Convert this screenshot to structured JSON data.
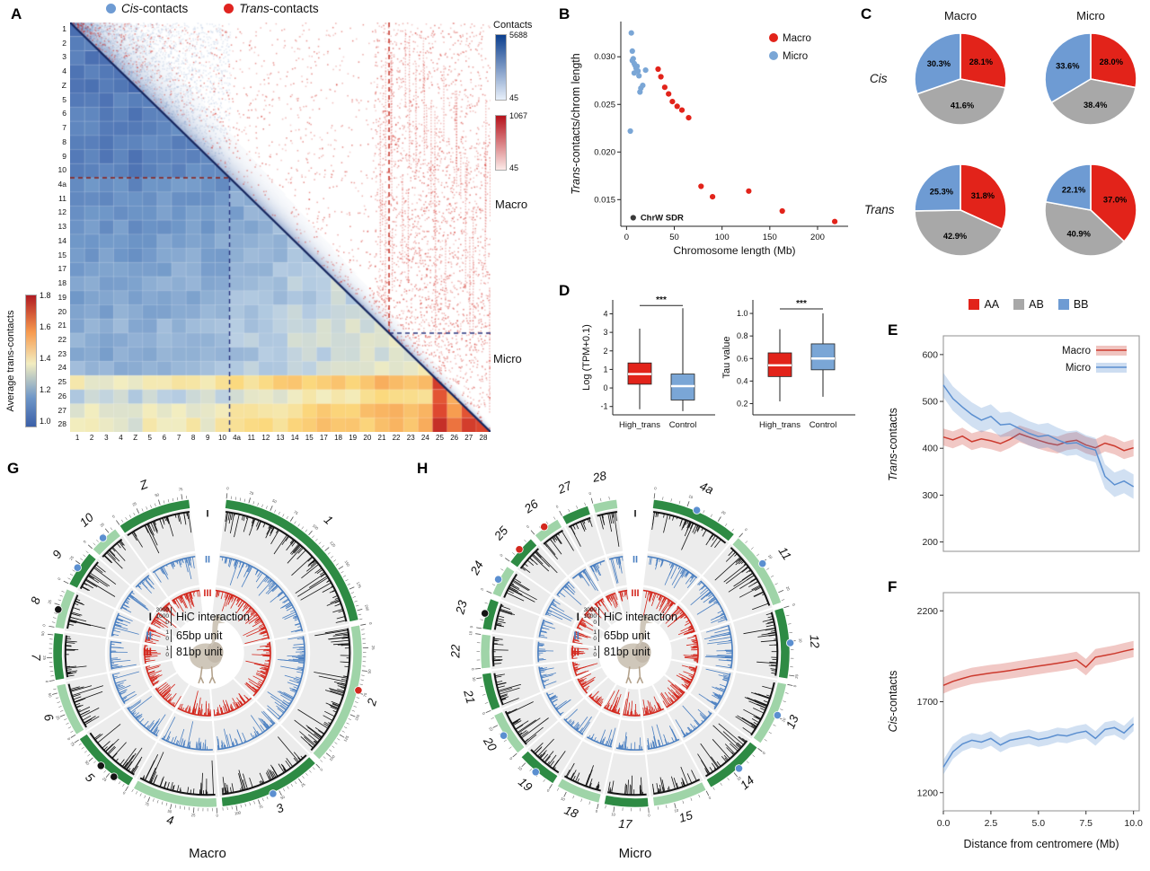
{
  "colors": {
    "macro_red": "#e2231a",
    "micro_blue": "#7aa6d6",
    "cis_dot": "#6e9bd3",
    "trans_dot": "#e02420"
  },
  "top_legend": {
    "cis_italic": "Cis",
    "cis_rest": "-contacts",
    "trans_italic": "Trans",
    "trans_rest": "-contacts"
  },
  "panel_a": {
    "letter": "A",
    "chromosomes": [
      "1",
      "2",
      "3",
      "4",
      "Z",
      "5",
      "6",
      "7",
      "8",
      "9",
      "10",
      "4a",
      "11",
      "12",
      "13",
      "14",
      "15",
      "17",
      "18",
      "19",
      "20",
      "21",
      "22",
      "23",
      "24",
      "25",
      "26",
      "27",
      "28"
    ],
    "macro_label": "Macro",
    "micro_label": "Micro",
    "contacts_bar": {
      "title": "Contacts",
      "blue_max": "5688",
      "blue_min": "45",
      "red_max": "1067",
      "red_min": "45"
    },
    "left_bar": {
      "title": "Average trans-contacts",
      "ticks": [
        "1.8",
        "1.6",
        "1.4",
        "1.2",
        "1.0"
      ]
    }
  },
  "panel_b": {
    "letter": "B",
    "xlabel": "Chromosome length (Mb)",
    "ylabel_italic": "Trans",
    "ylabel_rest": "-contacts/chrom length",
    "annotation": "ChrW SDR",
    "legend": [
      {
        "name": "Macro",
        "color": "#e2231a"
      },
      {
        "name": "Micro",
        "color": "#7aa6d6"
      }
    ],
    "xlim": [
      -6,
      232
    ],
    "ylim": [
      0.0122,
      0.0337
    ],
    "xticks": [
      {
        "v": 0,
        "l": "0"
      },
      {
        "v": 50,
        "l": "50"
      },
      {
        "v": 100,
        "l": "100"
      },
      {
        "v": 150,
        "l": "150"
      },
      {
        "v": 200,
        "l": "200"
      }
    ],
    "yticks": [
      {
        "v": 0.015,
        "l": "0.015"
      },
      {
        "v": 0.02,
        "l": "0.020"
      },
      {
        "v": 0.025,
        "l": "0.025"
      },
      {
        "v": 0.03,
        "l": "0.030"
      }
    ]
  },
  "panel_c": {
    "letter": "C",
    "col_labels": [
      "Macro",
      "Micro"
    ],
    "row_labels": [
      "Cis",
      "Trans"
    ],
    "legend": [
      {
        "name": "AA",
        "color": "#e2231a"
      },
      {
        "name": "AB",
        "color": "#a8a8a8"
      },
      {
        "name": "BB",
        "color": "#6e9bd3"
      }
    ]
  },
  "panel_d": {
    "letter": "D",
    "plots": [
      {
        "ylabel": "Log (TPM+0.1)",
        "significance": "***",
        "ylim": [
          -1.45,
          4.75
        ],
        "sig_line": 4.45,
        "yticks": [
          {
            "v": -1,
            "l": "-1"
          },
          {
            "v": 0,
            "l": "0"
          },
          {
            "v": 1,
            "l": "1"
          },
          {
            "v": 2,
            "l": "2"
          },
          {
            "v": 3,
            "l": "3"
          },
          {
            "v": 4,
            "l": "4"
          }
        ],
        "boxes": [
          {
            "name": "High_trans",
            "color": "#e2231a",
            "low": -1.15,
            "q1": 0.2,
            "median": 0.75,
            "q3": 1.35,
            "high": 3.2
          },
          {
            "name": "Control",
            "color": "#7aa6d6",
            "low": -1.25,
            "q1": -0.65,
            "median": 0.1,
            "q3": 0.75,
            "high": 4.3
          }
        ]
      },
      {
        "ylabel": "Tau value",
        "significance": "***",
        "ylim": [
          0.1,
          1.12
        ],
        "sig_line": 1.04,
        "yticks": [
          {
            "v": 0.2,
            "l": "0.2"
          },
          {
            "v": 0.4,
            "l": "0.4"
          },
          {
            "v": 0.6,
            "l": "0.6"
          },
          {
            "v": 0.8,
            "l": "0.8"
          },
          {
            "v": 1.0,
            "l": "1.0"
          }
        ],
        "boxes": [
          {
            "name": "High_trans",
            "color": "#e2231a",
            "low": 0.22,
            "q1": 0.44,
            "median": 0.54,
            "q3": 0.65,
            "high": 0.86
          },
          {
            "name": "Control",
            "color": "#7aa6d6",
            "low": 0.26,
            "q1": 0.5,
            "median": 0.6,
            "q3": 0.73,
            "high": 1.0
          }
        ]
      }
    ]
  },
  "panel_e": {
    "letter": "E",
    "ylabel_italic": "Trans",
    "ylabel_rest": "-contacts",
    "legend": [
      {
        "name": "Macro",
        "color": "#cc3a2e"
      },
      {
        "name": "Micro",
        "color": "#5b8fd0"
      }
    ],
    "yticks": [
      {
        "v": 200,
        "l": "200"
      },
      {
        "v": 300,
        "l": "300"
      },
      {
        "v": 400,
        "l": "400"
      },
      {
        "v": 500,
        "l": "500"
      },
      {
        "v": 600,
        "l": "600"
      }
    ]
  },
  "panel_f": {
    "letter": "F",
    "ylabel_italic": "Cis",
    "ylabel_rest": "-contacts",
    "xlabel": "Distance from centromere (Mb)",
    "yticks": [
      {
        "v": 1200,
        "l": "1200"
      },
      {
        "v": 1700,
        "l": "1700"
      },
      {
        "v": 2200,
        "l": "2200"
      }
    ],
    "xticks": [
      {
        "v": 0,
        "l": "0.0"
      },
      {
        "v": 2.5,
        "l": "2.5"
      },
      {
        "v": 5,
        "l": "5.0"
      },
      {
        "v": 7.5,
        "l": "7.5"
      },
      {
        "v": 10,
        "l": "10.0"
      }
    ]
  },
  "panel_g": {
    "letter": "G",
    "title": "Macro",
    "tick_minor": 5,
    "tick_major": 25,
    "green_dark": "#2e8b44",
    "green_light": "#9fd4a8",
    "ring_labels": [
      "I",
      "II",
      "III"
    ],
    "ring_colors": [
      "#141414",
      "#4a7fc1",
      "#d3281e"
    ],
    "legend": [
      {
        "id": "I",
        "color": "#141414",
        "ticks": [
          "3000",
          "1000",
          "0"
        ],
        "label": "HiC interaction"
      },
      {
        "id": "II",
        "color": "#4a7fc1",
        "ticks": [
          "1",
          "0"
        ],
        "label": "65bp unit"
      },
      {
        "id": "III",
        "color": "#d3281e",
        "ticks": [
          "1",
          "0"
        ],
        "label": "81bp unit"
      }
    ]
  },
  "panel_h": {
    "letter": "H",
    "title": "Micro",
    "tick_minor": 2.5,
    "tick_major": 10,
    "green_dark": "#2e8b44",
    "green_light": "#9fd4a8",
    "ring_labels": [
      "I",
      "II",
      "III"
    ],
    "ring_colors": [
      "#141414",
      "#4a7fc1",
      "#d3281e"
    ],
    "legend": [
      {
        "id": "I",
        "color": "#141414",
        "ticks": [
          "3000",
          "1000",
          "0"
        ],
        "label": "HiC interaction"
      },
      {
        "id": "II",
        "color": "#4a7fc1",
        "ticks": [
          "1",
          "0"
        ],
        "label": "65bp unit"
      },
      {
        "id": "III",
        "color": "#d3281e",
        "ticks": [
          "1",
          "0"
        ],
        "label": "81bp unit"
      }
    ]
  },
  "chart_data": [
    {
      "panel": "A",
      "type": "heatmap",
      "description": "Lower triangle: average trans-contacts per chromosome pair (blue low ~1.0 to red high ~1.8); upper triangle: Hi-C map, blue cis near diagonal, sparse red trans dots; dashed boundaries after chr10 (macro/micro) and before chr22",
      "macro_count": 11,
      "highlight_boundary": 22,
      "row_trans_intensity": [
        0.1,
        0.11,
        0.1,
        0.12,
        0.06,
        0.13,
        0.14,
        0.15,
        0.16,
        0.15,
        0.17,
        0.26,
        0.28,
        0.3,
        0.32,
        0.35,
        0.37,
        0.4,
        0.43,
        0.42,
        0.45,
        0.48,
        0.5,
        0.46,
        0.52,
        0.95,
        0.72,
        0.88,
        0.92
      ]
    },
    {
      "panel": "B",
      "type": "scatter",
      "series": [
        {
          "name": "Macro",
          "points": [
            [
              33,
              0.0287
            ],
            [
              36,
              0.0279
            ],
            [
              40,
              0.0268
            ],
            [
              44,
              0.0261
            ],
            [
              48,
              0.0253
            ],
            [
              53,
              0.0248
            ],
            [
              58,
              0.0244
            ],
            [
              65,
              0.0236
            ],
            [
              78,
              0.0164
            ],
            [
              90,
              0.0153
            ],
            [
              128,
              0.0159
            ],
            [
              163,
              0.0138
            ],
            [
              218,
              0.0127
            ]
          ]
        },
        {
          "name": "Micro",
          "points": [
            [
              4,
              0.0222
            ],
            [
              5,
              0.0325
            ],
            [
              6,
              0.0306
            ],
            [
              6,
              0.0296
            ],
            [
              7,
              0.0298
            ],
            [
              8,
              0.0293
            ],
            [
              8,
              0.0283
            ],
            [
              9,
              0.0291
            ],
            [
              10,
              0.0288
            ],
            [
              11,
              0.029
            ],
            [
              12,
              0.0285
            ],
            [
              13,
              0.028
            ],
            [
              14,
              0.0263
            ],
            [
              15,
              0.0267
            ],
            [
              17,
              0.027
            ],
            [
              20,
              0.0286
            ]
          ]
        },
        {
          "name": "ChrW SDR",
          "points": [
            [
              7,
              0.0131
            ]
          ]
        }
      ]
    },
    {
      "panel": "C",
      "type": "pie",
      "pies": [
        {
          "key": "cis-macro",
          "row": "Cis",
          "col": "Macro",
          "AA": 28.1,
          "AB": 41.6,
          "BB": 30.3
        },
        {
          "key": "cis-micro",
          "row": "Cis",
          "col": "Micro",
          "AA": 28.0,
          "AB": 38.4,
          "BB": 33.6
        },
        {
          "key": "trans-macro",
          "row": "Trans",
          "col": "Macro",
          "AA": 31.8,
          "AB": 42.9,
          "BB": 25.3
        },
        {
          "key": "trans-micro",
          "row": "Trans",
          "col": "Micro",
          "AA": 37.0,
          "AB": 40.9,
          "BB": 22.1
        }
      ]
    },
    {
      "panel": "E",
      "type": "line",
      "ylim": [
        180,
        640
      ],
      "x": [
        0,
        0.5,
        1,
        1.5,
        2,
        2.5,
        3,
        3.5,
        4,
        4.5,
        5,
        5.5,
        6,
        6.5,
        7,
        7.5,
        8,
        8.5,
        9,
        9.5,
        10
      ],
      "series": [
        {
          "name": "Macro",
          "color": "#cc3a2e",
          "band": 18,
          "values": [
            424,
            418,
            426,
            414,
            420,
            416,
            410,
            419,
            431,
            424,
            417,
            411,
            407,
            414,
            417,
            407,
            401,
            411,
            405,
            395,
            401
          ]
        },
        {
          "name": "Micro",
          "color": "#5b8fd0",
          "band": 26,
          "values": [
            535,
            506,
            488,
            472,
            460,
            468,
            450,
            452,
            442,
            432,
            425,
            428,
            418,
            410,
            412,
            402,
            396,
            340,
            322,
            330,
            318
          ]
        }
      ]
    },
    {
      "panel": "F",
      "type": "line",
      "ylim": [
        1100,
        2300
      ],
      "x": [
        0,
        0.5,
        1,
        1.5,
        2,
        2.5,
        3,
        3.5,
        4,
        4.5,
        5,
        5.5,
        6,
        6.5,
        7,
        7.5,
        8,
        8.5,
        9,
        9.5,
        10
      ],
      "series": [
        {
          "name": "Macro",
          "color": "#cc3a2e",
          "band": 45,
          "values": [
            1790,
            1812,
            1828,
            1842,
            1850,
            1858,
            1864,
            1872,
            1880,
            1888,
            1896,
            1904,
            1912,
            1920,
            1930,
            1890,
            1945,
            1955,
            1965,
            1978,
            1990
          ]
        },
        {
          "name": "Micro",
          "color": "#5b8fd0",
          "band": 40,
          "values": [
            1340,
            1425,
            1468,
            1488,
            1478,
            1498,
            1462,
            1488,
            1498,
            1508,
            1492,
            1502,
            1518,
            1512,
            1528,
            1538,
            1498,
            1548,
            1558,
            1528,
            1578
          ]
        }
      ]
    },
    {
      "panel": "G",
      "type": "circos",
      "seed": 42,
      "chromosomes": [
        {
          "name": "1",
          "size": 210
        },
        {
          "name": "2",
          "size": 160
        },
        {
          "name": "3",
          "size": 115
        },
        {
          "name": "4",
          "size": 95
        },
        {
          "name": "5",
          "size": 75
        },
        {
          "name": "6",
          "size": 58
        },
        {
          "name": "7",
          "size": 52
        },
        {
          "name": "8",
          "size": 44
        },
        {
          "name": "9",
          "size": 40
        },
        {
          "name": "10",
          "size": 33
        },
        {
          "name": "Z",
          "size": 82
        }
      ],
      "markers": [
        {
          "chrom": "2",
          "pos": 0.45,
          "color": "#d3281e"
        },
        {
          "chrom": "3",
          "pos": 0.5,
          "color": "#5b8fd0"
        },
        {
          "chrom": "5",
          "pos": 0.25,
          "color": "#141414"
        },
        {
          "chrom": "5",
          "pos": 0.5,
          "color": "#141414"
        },
        {
          "chrom": "8",
          "pos": 0.45,
          "color": "#141414"
        },
        {
          "chrom": "9",
          "pos": 0.5,
          "color": "#5b8fd0"
        },
        {
          "chrom": "10",
          "pos": 0.5,
          "color": "#5b8fd0"
        }
      ]
    },
    {
      "panel": "H",
      "type": "circos",
      "seed": 77,
      "chromosomes": [
        {
          "name": "4a",
          "size": 26
        },
        {
          "name": "11",
          "size": 23
        },
        {
          "name": "12",
          "size": 21
        },
        {
          "name": "13",
          "size": 19
        },
        {
          "name": "14",
          "size": 18
        },
        {
          "name": "15",
          "size": 16
        },
        {
          "name": "17",
          "size": 13
        },
        {
          "name": "18",
          "size": 13
        },
        {
          "name": "19",
          "size": 12
        },
        {
          "name": "20",
          "size": 13
        },
        {
          "name": "21",
          "size": 11
        },
        {
          "name": "22",
          "size": 10
        },
        {
          "name": "23",
          "size": 9
        },
        {
          "name": "24",
          "size": 9
        },
        {
          "name": "25",
          "size": 9
        },
        {
          "name": "26",
          "size": 8
        },
        {
          "name": "27",
          "size": 8
        },
        {
          "name": "28",
          "size": 7
        }
      ],
      "markers": [
        {
          "chrom": "4a",
          "pos": 0.5,
          "color": "#5b8fd0"
        },
        {
          "chrom": "11",
          "pos": 0.45,
          "color": "#5b8fd0"
        },
        {
          "chrom": "12",
          "pos": 0.5,
          "color": "#5b8fd0"
        },
        {
          "chrom": "13",
          "pos": 0.5,
          "color": "#5b8fd0"
        },
        {
          "chrom": "14",
          "pos": 0.45,
          "color": "#5b8fd0"
        },
        {
          "chrom": "19",
          "pos": 0.5,
          "color": "#5b8fd0"
        },
        {
          "chrom": "20",
          "pos": 0.5,
          "color": "#5b8fd0"
        },
        {
          "chrom": "23",
          "pos": 0.5,
          "color": "#141414"
        },
        {
          "chrom": "24",
          "pos": 0.5,
          "color": "#5b8fd0"
        },
        {
          "chrom": "25",
          "pos": 0.5,
          "color": "#d3281e"
        },
        {
          "chrom": "26",
          "pos": 0.45,
          "color": "#d3281e"
        }
      ]
    }
  ]
}
